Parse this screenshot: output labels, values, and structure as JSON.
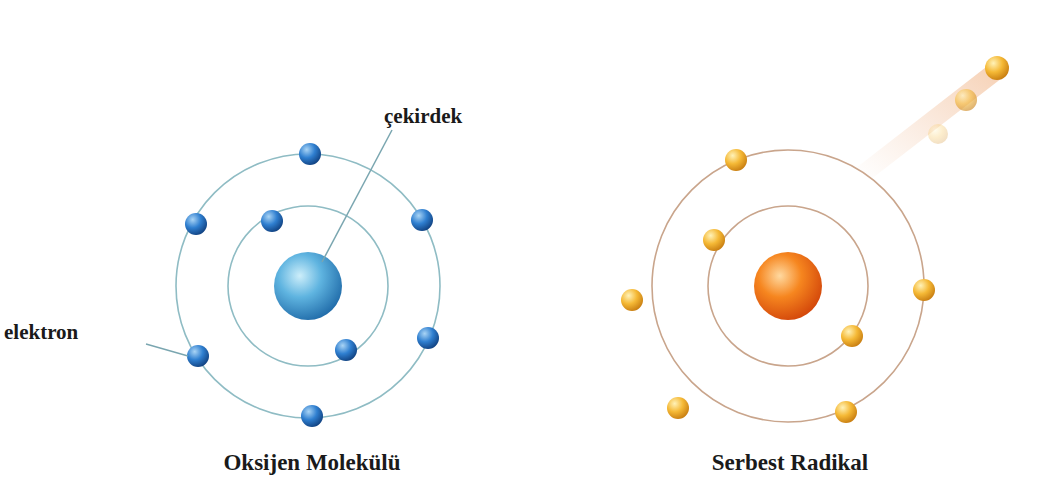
{
  "diagram": {
    "labels": [
      "çekirdek",
      "elektron",
      "Oksijen Molekülü",
      "Serbest Radikal"
    ]
  }
}
